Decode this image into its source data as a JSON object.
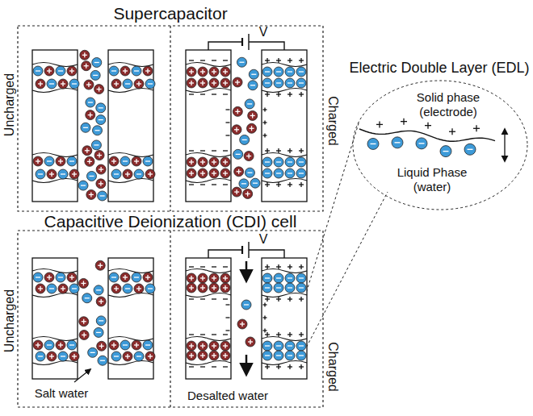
{
  "diagram": {
    "nodes": [
      {
        "text": [
          "Supercapacitor"
        ]
      },
      {
        "text": [
          "Capacitive Deionization (CDI) cell"
        ]
      },
      {
        "text": [
          "Electric Double Layer (EDL)",
          "Solid phase (electrode)",
          "Liquid Phase (water)"
        ]
      }
    ],
    "labels": [
      "Uncharged",
      "Charged",
      "V",
      "Uncharged",
      "Charged",
      "V",
      "Salt water",
      "Desalted water"
    ]
  }
}
